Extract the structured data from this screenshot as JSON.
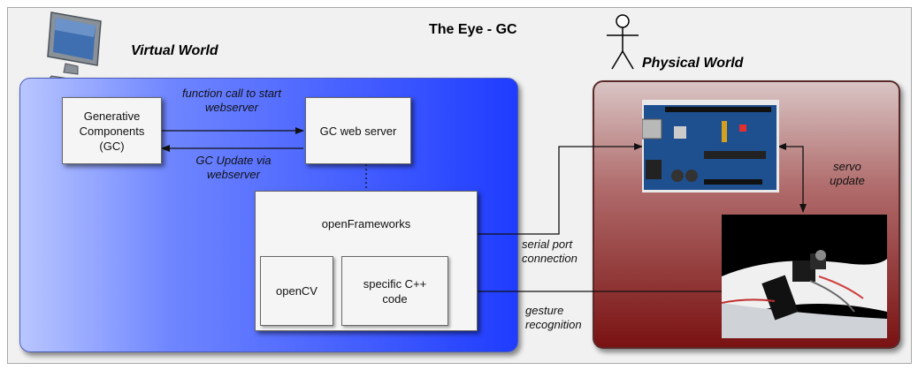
{
  "title": "The Eye - GC",
  "regions": {
    "virtual": "Virtual World",
    "physical": "Physical World"
  },
  "boxes": {
    "gc": "Generative Components (GC)",
    "webserver": "GC web server",
    "openframeworks": "openFrameworks",
    "opencv": "openCV",
    "specific_cpp": "specific C++ code"
  },
  "edge_labels": {
    "function_call": "function call to start webserver",
    "gc_update": "GC Update via webserver",
    "serial_port": "serial port connection",
    "gesture": "gesture recognition",
    "servo": "servo update"
  },
  "icons": [
    "computer-monitor-icon",
    "stick-figure-icon",
    "arduino-board-photo",
    "servo-robot-photo"
  ],
  "colors": {
    "virtual_panel": "#1f3cff",
    "physical_panel": "#7a1212",
    "box_fill": "#f5f5f5",
    "board_blue": "#1e4f8f"
  }
}
